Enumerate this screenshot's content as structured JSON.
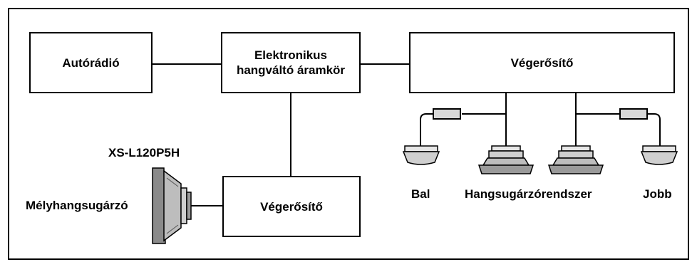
{
  "diagram": {
    "head_unit": "Autórádió",
    "crossover_line1": "Elektronikus",
    "crossover_line2": "hangváltó áramkör",
    "amp_top": "Végerősítő",
    "amp_bottom": "Végerősítő",
    "subwoofer_model": "XS-L120P5H",
    "subwoofer_label": "Mélyhangsugárzó",
    "left_label": "Bal",
    "system_label": "Hangsugárzórendszer",
    "right_label": "Jobb"
  },
  "colors": {
    "line": "#000000",
    "speaker_fill": "#d0d0d0",
    "speaker_dark": "#7a7a7a"
  }
}
